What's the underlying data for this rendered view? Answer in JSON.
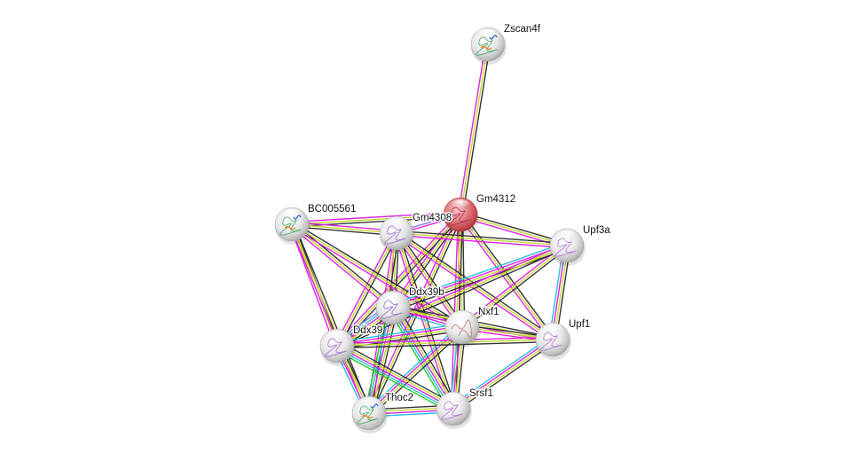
{
  "network": {
    "edge_colors": {
      "textmining": "#c6d933",
      "coexpression": "#333333",
      "experiments": "#e022e0",
      "databases": "#25c0e6",
      "neighborhood": "#22cc22",
      "homology": "#7a7ae8"
    },
    "query_node_color": "#d9555c",
    "nodes": [
      {
        "id": "Zscan4f",
        "label": "Zscan4f",
        "query": false
      },
      {
        "id": "Gm4312",
        "label": "Gm4312",
        "query": true
      },
      {
        "id": "Gm4308",
        "label": "Gm4308",
        "query": false
      },
      {
        "id": "BC005561",
        "label": "BC005561",
        "query": false
      },
      {
        "id": "Upf3a",
        "label": "Upf3a",
        "query": false
      },
      {
        "id": "Ddx39b",
        "label": "Ddx39b",
        "query": false
      },
      {
        "id": "Nxf1",
        "label": "Nxf1",
        "query": false
      },
      {
        "id": "Upf1",
        "label": "Upf1",
        "query": false
      },
      {
        "id": "Ddx39",
        "label": "Ddx39",
        "query": false
      },
      {
        "id": "Thoc2",
        "label": "Thoc2",
        "query": false
      },
      {
        "id": "Srsf1",
        "label": "Srsf1",
        "query": false
      }
    ],
    "edges": [
      {
        "a": "Zscan4f",
        "b": "Gm4312",
        "types": [
          "coexpression",
          "textmining",
          "experiments"
        ]
      },
      {
        "a": "Gm4312",
        "b": "Gm4308",
        "types": [
          "homology",
          "experiments"
        ]
      },
      {
        "a": "Gm4312",
        "b": "BC005561",
        "types": [
          "coexpression",
          "textmining",
          "experiments"
        ]
      },
      {
        "a": "Gm4312",
        "b": "Upf3a",
        "types": [
          "coexpression",
          "textmining",
          "experiments"
        ]
      },
      {
        "a": "Gm4312",
        "b": "Ddx39b",
        "types": [
          "coexpression",
          "textmining",
          "experiments"
        ]
      },
      {
        "a": "Gm4312",
        "b": "Nxf1",
        "types": [
          "coexpression",
          "textmining",
          "experiments"
        ]
      },
      {
        "a": "Gm4312",
        "b": "Upf1",
        "types": [
          "coexpression",
          "textmining",
          "experiments"
        ]
      },
      {
        "a": "Gm4312",
        "b": "Ddx39",
        "types": [
          "coexpression",
          "textmining",
          "experiments"
        ]
      },
      {
        "a": "Gm4312",
        "b": "Thoc2",
        "types": [
          "coexpression",
          "textmining",
          "experiments"
        ]
      },
      {
        "a": "Gm4312",
        "b": "Srsf1",
        "types": [
          "coexpression",
          "textmining",
          "experiments"
        ]
      },
      {
        "a": "Gm4308",
        "b": "BC005561",
        "types": [
          "coexpression",
          "textmining",
          "experiments"
        ]
      },
      {
        "a": "Gm4308",
        "b": "Upf3a",
        "types": [
          "coexpression",
          "textmining",
          "experiments"
        ]
      },
      {
        "a": "Gm4308",
        "b": "Ddx39b",
        "types": [
          "coexpression",
          "textmining",
          "experiments"
        ]
      },
      {
        "a": "Gm4308",
        "b": "Nxf1",
        "types": [
          "coexpression",
          "textmining",
          "experiments"
        ]
      },
      {
        "a": "Gm4308",
        "b": "Upf1",
        "types": [
          "coexpression",
          "textmining",
          "experiments"
        ]
      },
      {
        "a": "Gm4308",
        "b": "Ddx39",
        "types": [
          "coexpression",
          "textmining",
          "experiments"
        ]
      },
      {
        "a": "Gm4308",
        "b": "Thoc2",
        "types": [
          "coexpression",
          "textmining",
          "experiments"
        ]
      },
      {
        "a": "Gm4308",
        "b": "Srsf1",
        "types": [
          "coexpression",
          "textmining",
          "experiments"
        ]
      },
      {
        "a": "BC005561",
        "b": "Ddx39b",
        "types": [
          "coexpression",
          "textmining",
          "experiments"
        ]
      },
      {
        "a": "BC005561",
        "b": "Nxf1",
        "types": [
          "coexpression",
          "textmining",
          "experiments"
        ]
      },
      {
        "a": "BC005561",
        "b": "Ddx39",
        "types": [
          "coexpression",
          "textmining",
          "experiments"
        ]
      },
      {
        "a": "BC005561",
        "b": "Thoc2",
        "types": [
          "coexpression",
          "textmining",
          "experiments"
        ]
      },
      {
        "a": "Upf3a",
        "b": "Upf1",
        "types": [
          "coexpression",
          "textmining",
          "experiments",
          "databases"
        ]
      },
      {
        "a": "Upf3a",
        "b": "Ddx39b",
        "types": [
          "coexpression",
          "textmining",
          "experiments",
          "databases"
        ]
      },
      {
        "a": "Upf3a",
        "b": "Nxf1",
        "types": [
          "coexpression",
          "textmining",
          "experiments"
        ]
      },
      {
        "a": "Upf3a",
        "b": "Ddx39",
        "types": [
          "coexpression",
          "textmining",
          "experiments"
        ]
      },
      {
        "a": "Ddx39b",
        "b": "Ddx39",
        "types": [
          "homology",
          "coexpression",
          "textmining",
          "experiments",
          "databases"
        ]
      },
      {
        "a": "Ddx39b",
        "b": "Nxf1",
        "types": [
          "coexpression",
          "textmining",
          "experiments",
          "databases"
        ]
      },
      {
        "a": "Ddx39b",
        "b": "Upf1",
        "types": [
          "coexpression",
          "textmining",
          "experiments"
        ]
      },
      {
        "a": "Ddx39b",
        "b": "Thoc2",
        "types": [
          "coexpression",
          "textmining",
          "experiments",
          "databases",
          "neighborhood"
        ]
      },
      {
        "a": "Ddx39b",
        "b": "Srsf1",
        "types": [
          "coexpression",
          "textmining",
          "experiments",
          "databases",
          "neighborhood"
        ]
      },
      {
        "a": "Nxf1",
        "b": "Upf1",
        "types": [
          "coexpression",
          "textmining",
          "experiments"
        ]
      },
      {
        "a": "Nxf1",
        "b": "Ddx39",
        "types": [
          "coexpression",
          "textmining",
          "experiments",
          "databases"
        ]
      },
      {
        "a": "Nxf1",
        "b": "Thoc2",
        "types": [
          "coexpression",
          "textmining",
          "experiments",
          "databases"
        ]
      },
      {
        "a": "Nxf1",
        "b": "Srsf1",
        "types": [
          "coexpression",
          "textmining",
          "experiments",
          "databases"
        ]
      },
      {
        "a": "Upf1",
        "b": "Ddx39",
        "types": [
          "coexpression",
          "textmining",
          "experiments"
        ]
      },
      {
        "a": "Upf1",
        "b": "Srsf1",
        "types": [
          "coexpression",
          "textmining",
          "experiments",
          "databases"
        ]
      },
      {
        "a": "Ddx39",
        "b": "Thoc2",
        "types": [
          "coexpression",
          "textmining",
          "experiments",
          "databases"
        ]
      },
      {
        "a": "Ddx39",
        "b": "Srsf1",
        "types": [
          "coexpression",
          "textmining",
          "experiments",
          "databases",
          "neighborhood"
        ]
      },
      {
        "a": "Thoc2",
        "b": "Srsf1",
        "types": [
          "coexpression",
          "textmining",
          "experiments",
          "databases"
        ]
      }
    ]
  }
}
